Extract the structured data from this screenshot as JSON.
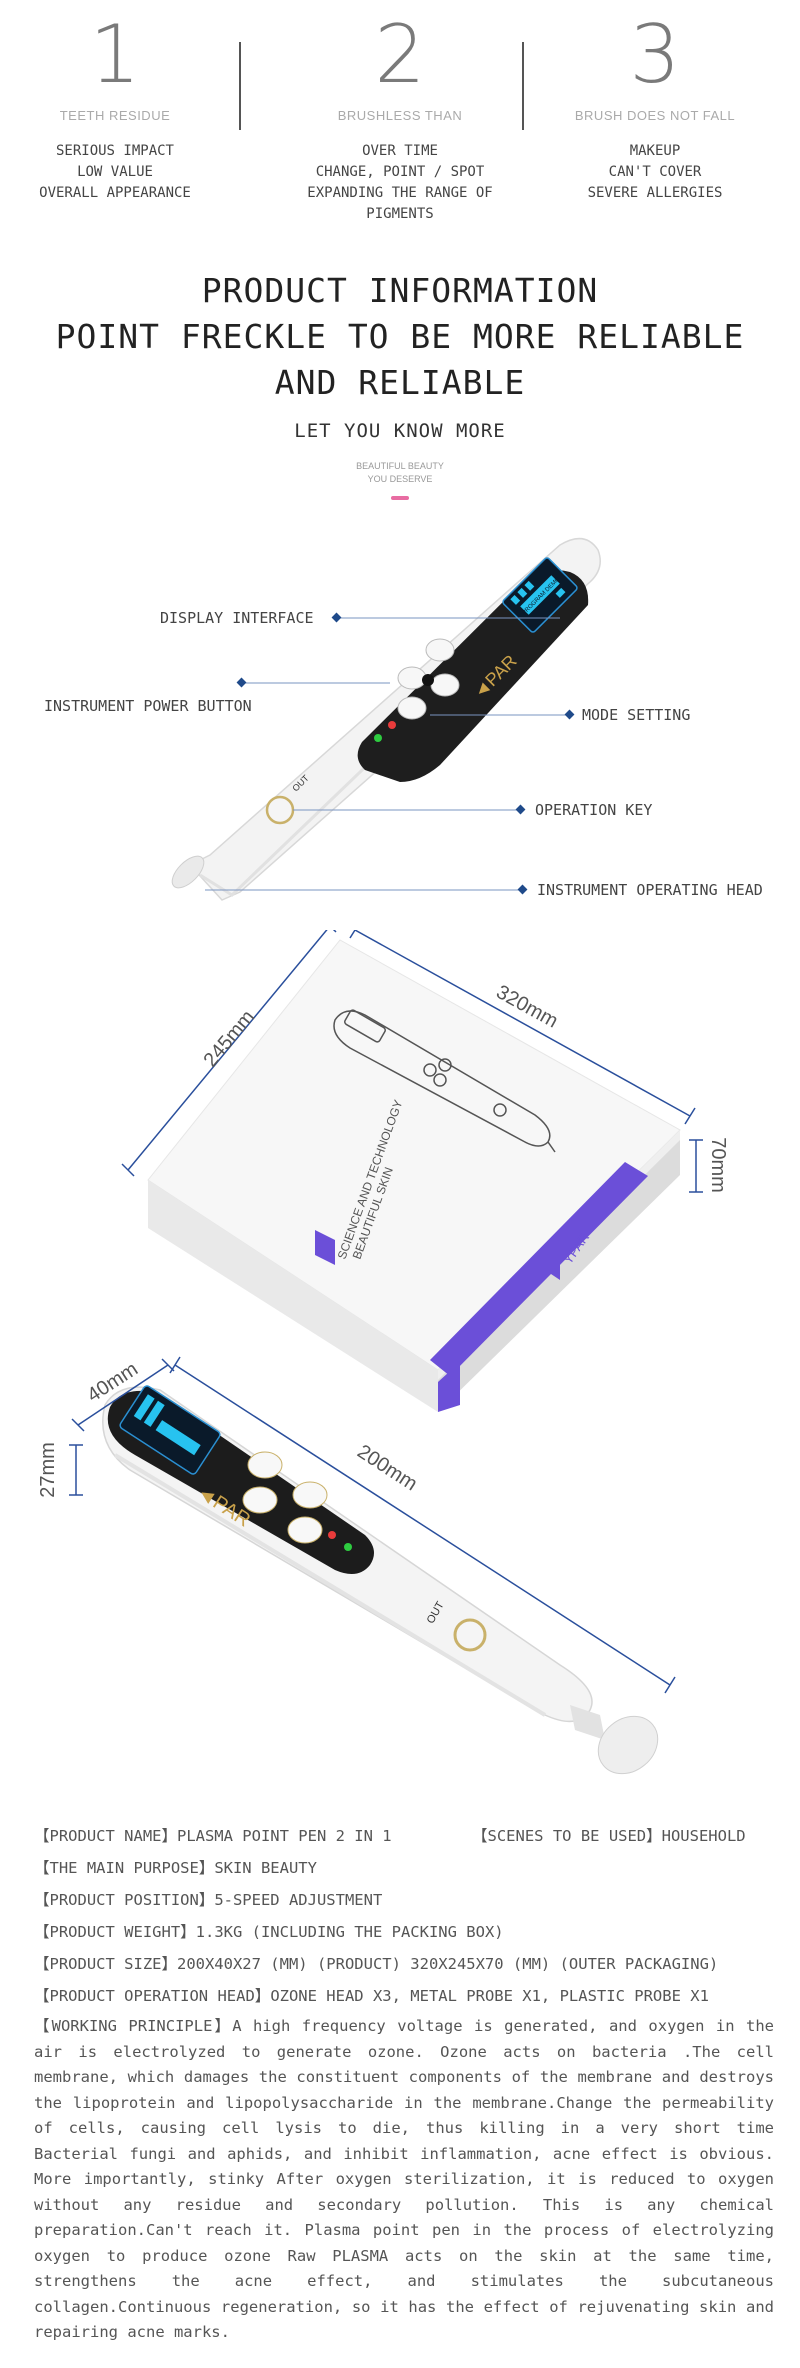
{
  "steps": [
    {
      "number": "1",
      "subtitle": "TEETH RESIDUE",
      "description": "SERIOUS IMPACT\nLOW VALUE\nOVERALL APPEARANCE"
    },
    {
      "number": "2",
      "subtitle": "BRUSHLESS THAN",
      "description": "OVER TIME\nCHANGE, POINT / SPOT\nEXPANDING THE RANGE OF PIGMENTS"
    },
    {
      "number": "3",
      "subtitle": "BRUSH DOES NOT FALL",
      "description": "MAKEUP\nCAN'T COVER\nSEVERE ALLERGIES"
    }
  ],
  "info": {
    "title_line1": "PRODUCT INFORMATION",
    "title_line2": "POINT FRECKLE TO BE MORE RELIABLE",
    "title_line3": "AND RELIABLE",
    "subtitle": "LET YOU KNOW MORE",
    "tagline": "BEAUTIFUL BEAUTY\nYOU DESERVE",
    "accent_color": "#e86ca2"
  },
  "callouts": {
    "display": "DISPLAY INTERFACE",
    "power": "INSTRUMENT POWER BUTTON",
    "mode": "MODE SETTING",
    "operation": "OPERATION KEY",
    "head": "INSTRUMENT OPERATING HEAD",
    "line_color": "#7a94c0",
    "dot_color": "#1f4a8a"
  },
  "device": {
    "screen_label": "PROGRAM DEMO",
    "button_label": "OUT"
  },
  "box": {
    "width_label": "245mm",
    "length_label": "320mm",
    "height_label": "70mm",
    "slogan_line1": "SCIENCE AND TECHNOLOGY",
    "slogan_line2": "BEAUTIFUL SKIN",
    "brand": "YPAR",
    "accent_color": "#6b4fd8"
  },
  "pen_dims": {
    "width_label": "40mm",
    "height_label": "27mm",
    "length_label": "200mm",
    "button_label": "OUT"
  },
  "specs": {
    "name_label": "【PRODUCT NAME】",
    "name_value": "PLASMA POINT PEN 2 IN 1",
    "scene_label": "【SCENES TO BE USED】",
    "scene_value": "HOUSEHOLD",
    "purpose_label": "【THE MAIN PURPOSE】",
    "purpose_value": "SKIN BEAUTY",
    "position_label": "【PRODUCT POSITION】",
    "position_value": "5-SPEED ADJUSTMENT",
    "weight_label": "【PRODUCT WEIGHT】",
    "weight_value": "1.3KG (INCLUDING THE PACKING BOX)",
    "size_label": "【PRODUCT SIZE】",
    "size_value": "200X40X27 (MM) (PRODUCT) 320X245X70 (MM) (OUTER PACKAGING)",
    "head_label": "【PRODUCT OPERATION HEAD】",
    "head_value": "OZONE HEAD X3, METAL PROBE X1, PLASTIC PROBE X1",
    "principle_label": "【WORKING PRINCIPLE】",
    "principle_value": "A high frequency voltage is generated, and oxygen in the air is electrolyzed to generate ozone. Ozone acts on bacteria .The cell membrane, which damages the constituent components of the membrane and destroys the lipoprotein and lipopolysaccharide in the membrane.Change the permeability of cells, causing cell lysis to die, thus killing in a very short time Bacterial fungi and aphids, and inhibit inflammation, acne effect is obvious. More importantly, stinky After oxygen sterilization, it is reduced to oxygen without any residue and secondary pollution. This is any chemical preparation.Can't reach it. Plasma point pen in the process of electrolyzing oxygen to produce ozone Raw PLASMA acts on the skin at the same time, strengthens the acne effect, and stimulates the subcutaneous collagen.Continuous regeneration, so it has the effect of rejuvenating skin and repairing acne marks."
  }
}
